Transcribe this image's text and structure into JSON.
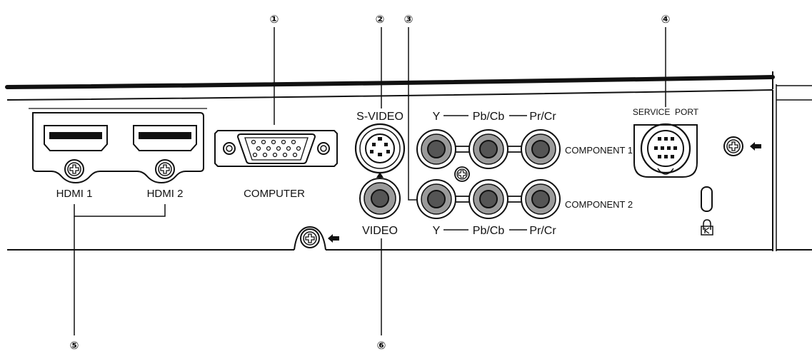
{
  "callouts": {
    "c1": "①",
    "c2": "②",
    "c3": "③",
    "c4": "④",
    "c5": "⑤",
    "c6": "⑥"
  },
  "labels": {
    "hdmi1": "HDMI 1",
    "hdmi2": "HDMI 2",
    "computer": "COMPUTER",
    "svideo": "S-VIDEO",
    "video": "VIDEO",
    "service_port": "SERVICE  PORT",
    "component1": "COMPONENT 1",
    "component2": "COMPONENT 2",
    "y_top": "Y",
    "pbcb_top": "Pb/Cb",
    "prcr_top": "Pr/Cr",
    "y_bottom": "Y",
    "pbcb_bottom": "Pb/Cb",
    "prcr_bottom": "Pr/Cr"
  },
  "icons": {
    "screw": "screw-icon",
    "arrow": "arrow-left-icon",
    "lock": "kensington-lock-icon"
  },
  "colors": {
    "line": "#111111",
    "jack_ring": "#9a9a9a",
    "jack_center": "#555555"
  }
}
